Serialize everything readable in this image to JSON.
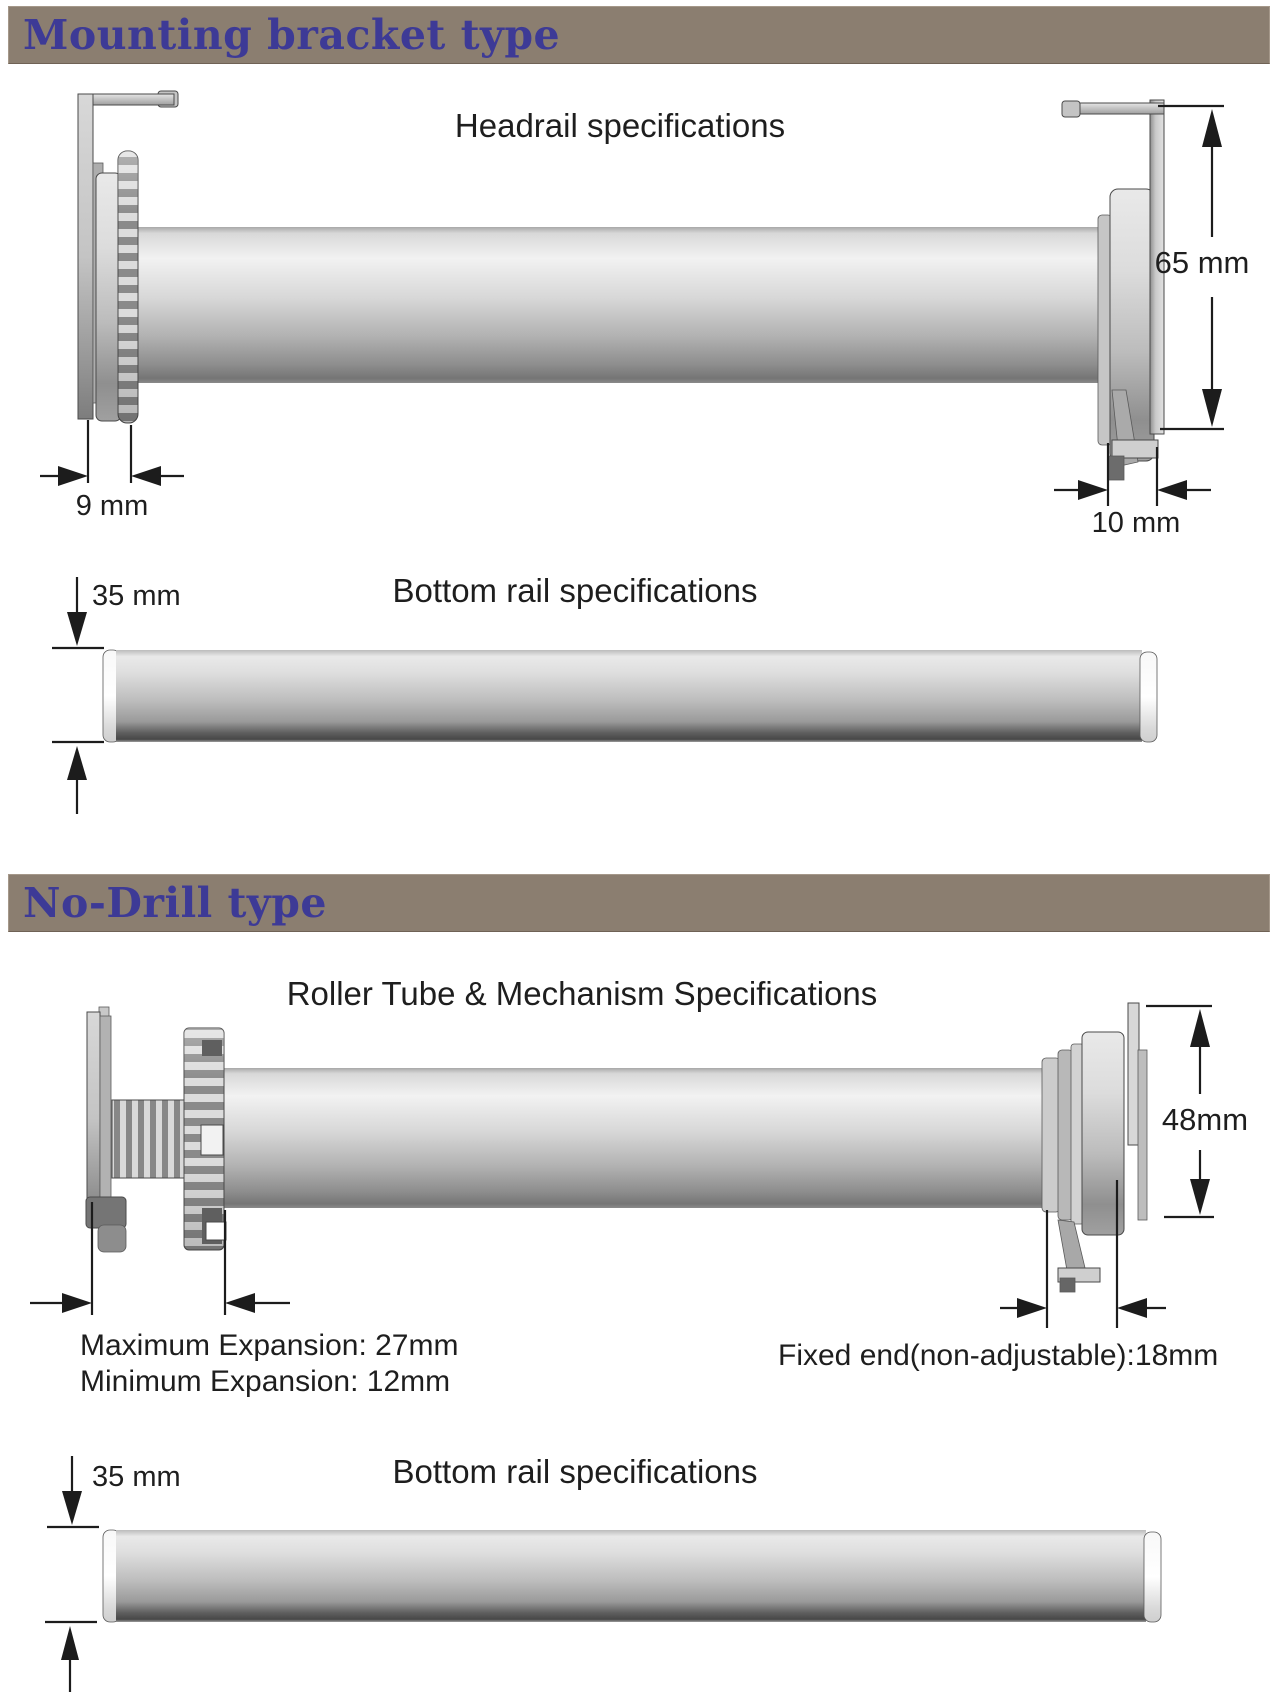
{
  "colors": {
    "header_bg": "#8b7e70",
    "header_text": "#3d3a96",
    "line": "#1c1c1c"
  },
  "mounting_section": {
    "header": "Mounting bracket type",
    "headrail": {
      "title": "Headrail specifications",
      "dim_height": "65 mm",
      "dim_bracket_left": "9 mm",
      "dim_bracket_right": "10 mm"
    },
    "bottom_rail": {
      "title": "Bottom rail specifications",
      "dim_height": "35 mm"
    }
  },
  "nodrill_section": {
    "header": "No-Drill type",
    "roller": {
      "title": "Roller Tube & Mechanism Specifications",
      "dim_height": "48mm",
      "dim_max_expansion": "Maximum Expansion: 27mm",
      "dim_min_expansion": "Minimum Expansion: 12mm",
      "dim_fixed_end": "Fixed end(non-adjustable):18mm"
    },
    "bottom_rail": {
      "title": "Bottom rail specifications",
      "dim_height": "35 mm"
    }
  }
}
